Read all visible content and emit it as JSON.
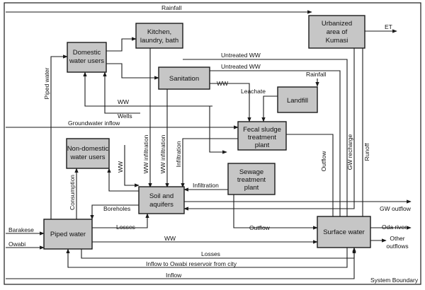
{
  "nodes": {
    "domestic": [
      "Domestic",
      "water users"
    ],
    "kitchen": [
      "Kitchen,",
      "laundry, bath"
    ],
    "sanitation": [
      "Sanitation"
    ],
    "urbanized": [
      "Urbanized",
      "area of",
      "Kumasi"
    ],
    "landfill": [
      "Landfill"
    ],
    "fecal": [
      "Fecal sludge",
      "treatment",
      "plant"
    ],
    "nondomestic": [
      "Non-domestic",
      "water users"
    ],
    "soil": [
      "Soil and",
      "aquifers"
    ],
    "sewage": [
      "Sewage",
      "treatment",
      "plant"
    ],
    "piped": [
      "Piped water"
    ],
    "surface": [
      "Surface water"
    ]
  },
  "labels": {
    "rainfall_top": "Rainfall",
    "et": "ET",
    "piped_water": "Piped water",
    "untreated_ww_1": "Untreated WW",
    "untreated_ww_2": "Untreated WW",
    "rainfall_landfill": "Rainfall",
    "ww_sanitation": "WW",
    "leachate": "Leachate",
    "ww_horizontal": "WW",
    "wells": "Wells",
    "groundwater_inflow": "Groundwater inflow",
    "ww_infiltration_1": "WW infiltration",
    "ww_infiltration_2": "WW infiltration",
    "infiltration_vertical": "Infiltration",
    "outflow_vertical": "Outflow",
    "gw_recharge": "GW recharge",
    "runoff": "Runoff",
    "ww_nondomestic": "WW",
    "consumption": "Consumption",
    "infiltration_sewage": "Infiltration",
    "boreholes": "Boreholes",
    "gw_outflow": "GW outflow",
    "losses_piped": "Losses",
    "outflow_sewage": "Outflow",
    "oda_river": "Oda river",
    "other_outflows": [
      "Other",
      "outflows"
    ],
    "barakese": "Barakese",
    "owabi": "Owabi",
    "ww_bottom": "WW",
    "losses_bottom": "Losses",
    "inflow_owabi": "Inflow to Owabi reservoir from city",
    "inflow": "Inflow",
    "system_boundary": "System Boundary"
  }
}
